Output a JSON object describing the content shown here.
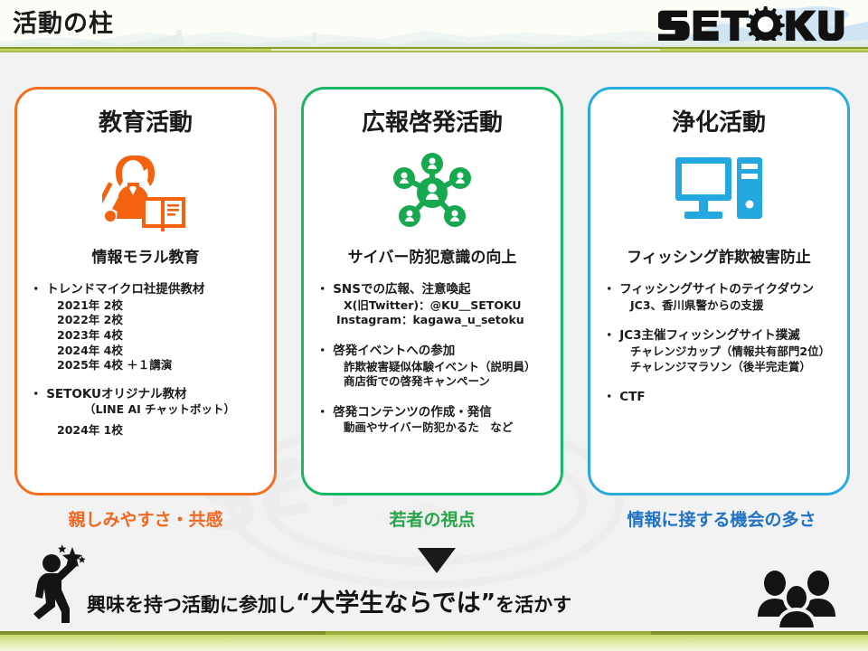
{
  "header": {
    "title": "活動の柱",
    "logo_text": "SETOKU",
    "logo_icon": "gear-icon"
  },
  "cards": [
    {
      "accent": "#F37021",
      "title": "教育活動",
      "icon": "teacher-with-pointer-and-book-icon",
      "subtitle": "情報モラル教育",
      "groups": [
        {
          "head": "・ トレンドマイクロ社提供教材",
          "lines": [
            {
              "text": "2021年 2校",
              "indent": "ind2"
            },
            {
              "text": "2022年 2校",
              "indent": "ind2"
            },
            {
              "text": "2023年 4校",
              "indent": "ind2"
            },
            {
              "text": "2024年 4校",
              "indent": "ind2"
            },
            {
              "text": "2025年 4校 ＋１講演",
              "indent": "ind2"
            }
          ]
        },
        {
          "head": "・ SETOKUオリジナル教材",
          "lines": [
            {
              "text": "（LINE AI チャットボット）",
              "indent": "ind3"
            },
            {
              "text": "2024年 1校",
              "indent": "ind2"
            }
          ]
        }
      ],
      "tagline": "親しみやすさ・共感",
      "tagline_color": "#F26722"
    },
    {
      "accent": "#17B863",
      "title": "広報啓発活動",
      "icon": "people-network-icon",
      "subtitle": "サイバー防犯意識の向上",
      "groups": [
        {
          "head": "・ SNSでの広報、注意喚起",
          "lines": [
            {
              "text": "X(旧Twitter)：@KU＿SETOKU",
              "indent": "ind2",
              "small_prefix": "旧Twitter"
            },
            {
              "text": "Instagram：kagawa_u_setoku",
              "indent": "ind1"
            }
          ]
        },
        {
          "head": "・ 啓発イベントへの参加",
          "lines": [
            {
              "text": "詐欺被害疑似体験イベント（説明員）",
              "indent": "ind2"
            },
            {
              "text": "商店街での啓発キャンペーン",
              "indent": "ind2"
            }
          ]
        },
        {
          "head": "・ 啓発コンテンツの作成・発信",
          "lines": [
            {
              "text": "動画やサイバー防犯かるた　など",
              "indent": "ind2"
            }
          ]
        }
      ],
      "tagline": "若者の視点",
      "tagline_color": "#2BA34B"
    },
    {
      "accent": "#29ABE2",
      "title": "浄化活動",
      "icon": "desktop-computer-icon",
      "subtitle": "フィッシング詐欺被害防止",
      "groups": [
        {
          "head": "・ フィッシングサイトのテイクダウン",
          "lines": [
            {
              "text": "JC3、香川県警からの支援",
              "indent": "ind2"
            }
          ]
        },
        {
          "head": "・ JC3主催フィッシングサイト撲滅",
          "lines": [
            {
              "text": "チャレンジカップ（情報共有部門2位）",
              "indent": "ind2"
            },
            {
              "text": "チャレンジマラソン（後半完走賞）",
              "indent": "ind2"
            }
          ]
        },
        {
          "head": "・ CTF",
          "lines": []
        }
      ],
      "tagline": "情報に接する機会の多さ",
      "tagline_color": "#2173C4"
    }
  ],
  "bottom": {
    "arrow": "down-triangle-icon",
    "left_icon": "celebrating-person-icon",
    "right_icon": "group-of-people-icon",
    "text_before": "興味を持つ活動に参加し",
    "quote_open": "“",
    "text_emphasis": "大学生ならでは",
    "quote_close": "”",
    "text_after": "を活かす"
  }
}
